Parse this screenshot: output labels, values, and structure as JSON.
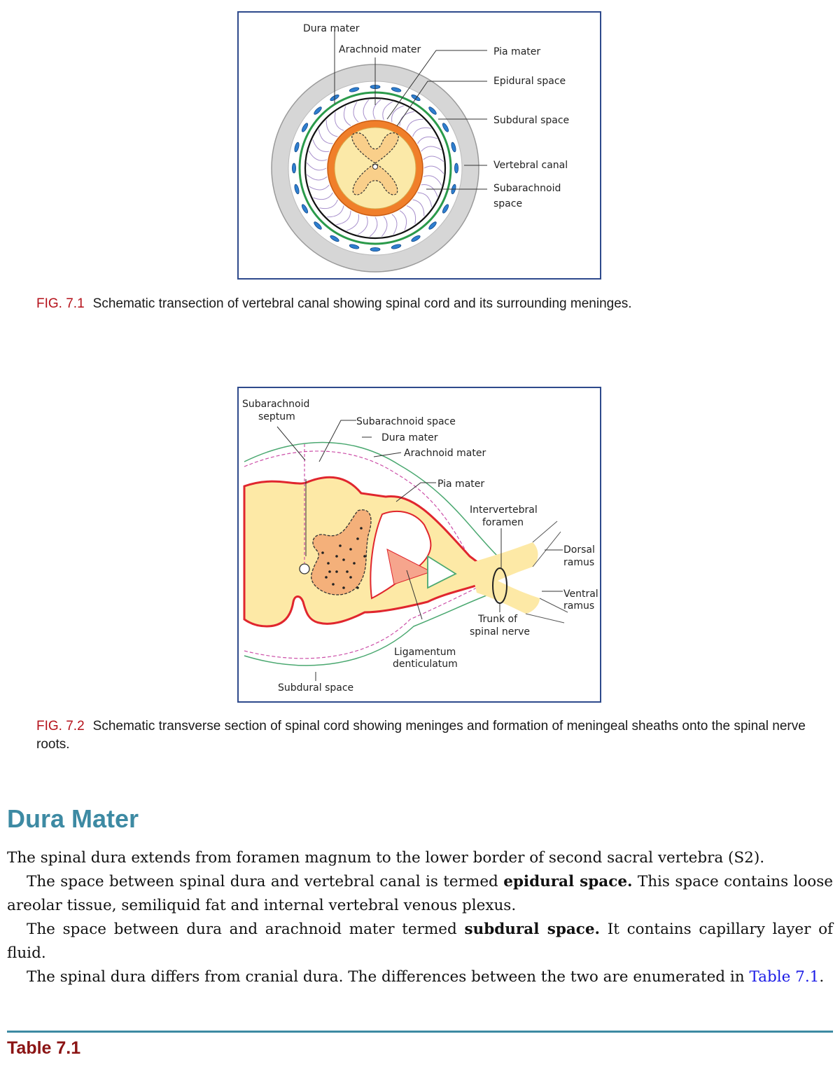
{
  "figure1": {
    "labels": {
      "dura": "Dura mater",
      "arachnoid": "Arachnoid mater",
      "pia": "Pia mater",
      "epidural": "Epidural space",
      "subdural": "Subdural space",
      "vertebral": "Vertebral canal",
      "subarachnoid_1": "Subarachnoid",
      "subarachnoid_2": "space"
    },
    "caption_number": "FIG. 7.1",
    "caption_text": "Schematic transection of vertebral canal showing spinal cord and its surrounding meninges."
  },
  "figure2": {
    "labels": {
      "septum_1": "Subarachnoid",
      "septum_2": "septum",
      "subarachnoid_space": "Subarachnoid space",
      "dura": "Dura mater",
      "arachnoid": "Arachnoid mater",
      "pia": "Pia mater",
      "foramen_1": "Intervertebral",
      "foramen_2": "foramen",
      "dorsal_1": "Dorsal",
      "dorsal_2": "ramus",
      "ventral_1": "Ventral",
      "ventral_2": "ramus",
      "trunk_1": "Trunk of",
      "trunk_2": "spinal nerve",
      "lig_1": "Ligamentum",
      "lig_2": "denticulatum",
      "subdural": "Subdural space"
    },
    "caption_number": "FIG. 7.2",
    "caption_text": "Schematic transverse section of spinal cord showing meninges and formation of meningeal sheaths onto the spinal nerve roots."
  },
  "section": {
    "heading": "Dura Mater",
    "p1": "The spinal dura extends from foramen magnum to the lower border of second sacral vertebra (S2).",
    "p2_a": "The space between spinal dura and vertebral canal is termed ",
    "p2_b": "epidural space.",
    "p2_c": " This space contains loose areolar tissue, semiliquid fat and internal vertebral venous plexus.",
    "p3_a": "The space between dura and arachnoid mater termed ",
    "p3_b": "subdural space.",
    "p3_c": " It contains capillary layer of fluid.",
    "p4_a": "The spinal dura differs from cranial dura. The differences between the two are enumerated in ",
    "p4_link": "Table 7.1",
    "p4_c": "."
  },
  "table_title": "Table 7.1"
}
